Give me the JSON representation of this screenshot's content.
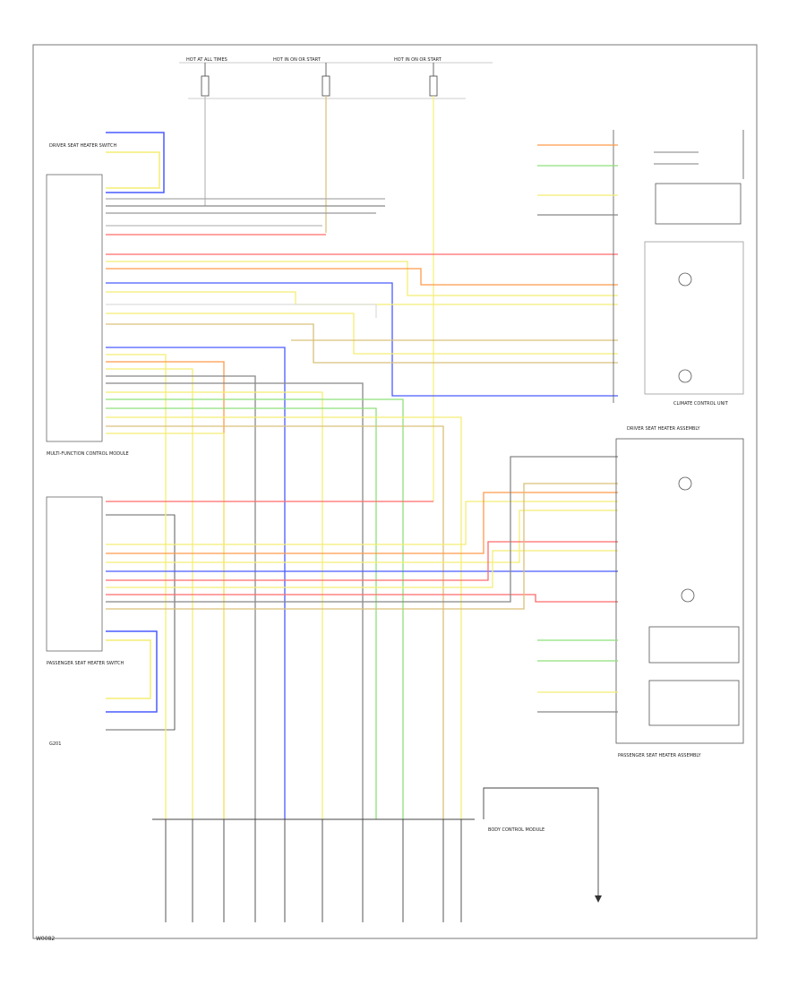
{
  "diagram": {
    "footer_code": "W0082",
    "header": {
      "left": "HOT AT ALL TIMES",
      "mid": "HOT IN ON OR START",
      "right": "HOT IN ON OR START"
    },
    "components": {
      "left_switch_upper": "DRIVER SEAT HEATER SWITCH",
      "left_switch_lower": "PASSENGER SEAT HEATER SWITCH",
      "control_module": "MULTI-FUNCTION CONTROL MODULE",
      "body_module": "BODY CONTROL MODULE",
      "driver_seat": "DRIVER SEAT HEATER ASSEMBLY",
      "passenger_seat": "PASSENGER SEAT HEATER ASSEMBLY",
      "climate_panel": "CLIMATE CONTROL UNIT",
      "ground": "G201"
    },
    "wire_colors": {
      "red": "#ff6b6b",
      "orange": "#ff9a4a",
      "yellow": "#f4ee74",
      "tan": "#d9c07a",
      "blue": "#4a5cff",
      "green": "#8ee07a",
      "gray": "#888888",
      "black": "#333333"
    }
  }
}
